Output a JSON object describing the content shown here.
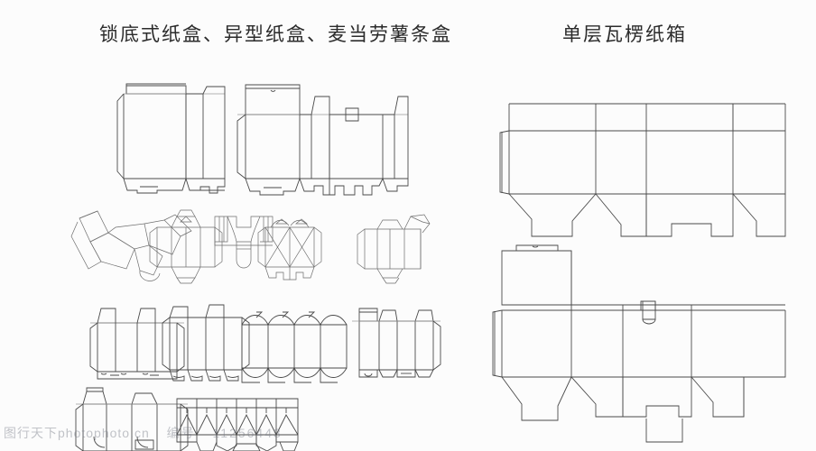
{
  "page": {
    "background_color": "#fcfcfc",
    "line_color": "#4a4a4a",
    "title_color": "#2b2b2b"
  },
  "titles": {
    "left": "锁底式纸盒、异型纸盒、麦当劳薯条盒",
    "right": "单层瓦楞纸箱"
  },
  "watermark": {
    "site": "图行天下photophoto.cn",
    "label": "编号",
    "number": "11256443"
  },
  "diagram": {
    "kind": "packaging-dieline-sheet",
    "left_section_label": "锁底式纸盒、异型纸盒、麦当劳薯条盒",
    "right_section_label": "单层瓦楞纸箱",
    "left_groups": [
      {
        "row": 1,
        "name": "lock-bottom-carton-dielines",
        "count": 2,
        "items": [
          "tuck-top-lock-bottom-carton",
          "reverse-tuck-lock-bottom-carton"
        ]
      },
      {
        "row": 2,
        "name": "irregular-shaped-carton-dielines",
        "count": 5,
        "items": [
          "fanned-sleeve-carton",
          "hexagonal-top-bottom-carton",
          "mcdonalds-fry-box",
          "twin-triangular-carton",
          "hexagonal-prism-carton"
        ]
      },
      {
        "row": 3,
        "name": "straight-tuck-carton-dielines",
        "count": 4,
        "items": [
          "slotted-lock-bottom-carton",
          "crash-lock-bottom-carton",
          "arched-flap-carton",
          "glued-side-seam-carton"
        ]
      },
      {
        "row": 4,
        "name": "lower-carton-dielines",
        "count": 2,
        "items": [
          "tall-tuck-end-carton",
          "multi-panel-crash-lock-carton"
        ]
      }
    ],
    "right_groups": [
      {
        "row": 1,
        "name": "single-wall-corrugated-box-dieline",
        "panels": 4,
        "features": [
          "glue-flap",
          "top-flaps",
          "bottom-flaps",
          "hand-hole-notch"
        ]
      },
      {
        "row": 2,
        "name": "single-wall-corrugated-box-with-lid-dieline",
        "panels": 4,
        "features": [
          "lid-panel",
          "locking-tab",
          "glue-flap",
          "bottom-flaps",
          "hand-hole-notch"
        ]
      }
    ]
  }
}
